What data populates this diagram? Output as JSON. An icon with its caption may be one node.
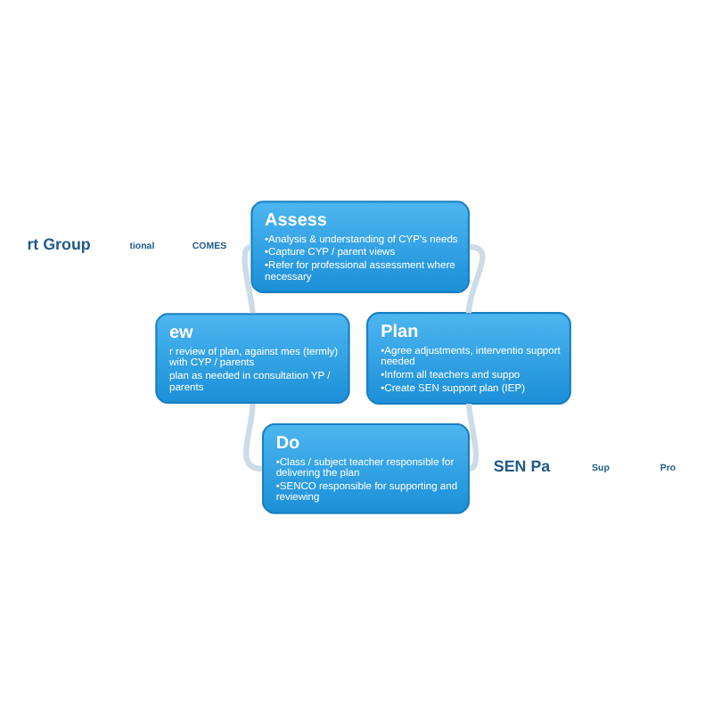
{
  "diagram": {
    "nodes": [
      {
        "text": [
          "Assess",
          "•Analysis & understanding of CYP's needs",
          "•Capture CYP / parent views",
          "•Refer for professional assessment where necessary"
        ]
      },
      {
        "text": [
          "ew",
          "r review of plan, against mes (termly) with CYP / parents",
          "plan as needed in consultation YP / parents"
        ]
      },
      {
        "text": [
          "Plan",
          "•Agree adjustments, interventio support needed",
          "•Inform all teachers and suppo",
          "•Create SEN support plan (IEP)"
        ]
      },
      {
        "text": [
          "Do",
          "•Class / subject teacher responsible for delivering the plan",
          "•SENCO responsible for supporting and reviewing"
        ]
      }
    ],
    "edges": [
      {
        "from": 0,
        "to": 2,
        "arrow": "none"
      },
      {
        "from": 2,
        "to": 3,
        "arrow": "none"
      },
      {
        "from": 3,
        "to": 1,
        "arrow": "none"
      },
      {
        "from": 1,
        "to": 0,
        "arrow": "none"
      }
    ],
    "labels": [
      "rt Group",
      "tional",
      "COMES",
      "SEN Pa",
      "Sup",
      "Pro"
    ]
  }
}
